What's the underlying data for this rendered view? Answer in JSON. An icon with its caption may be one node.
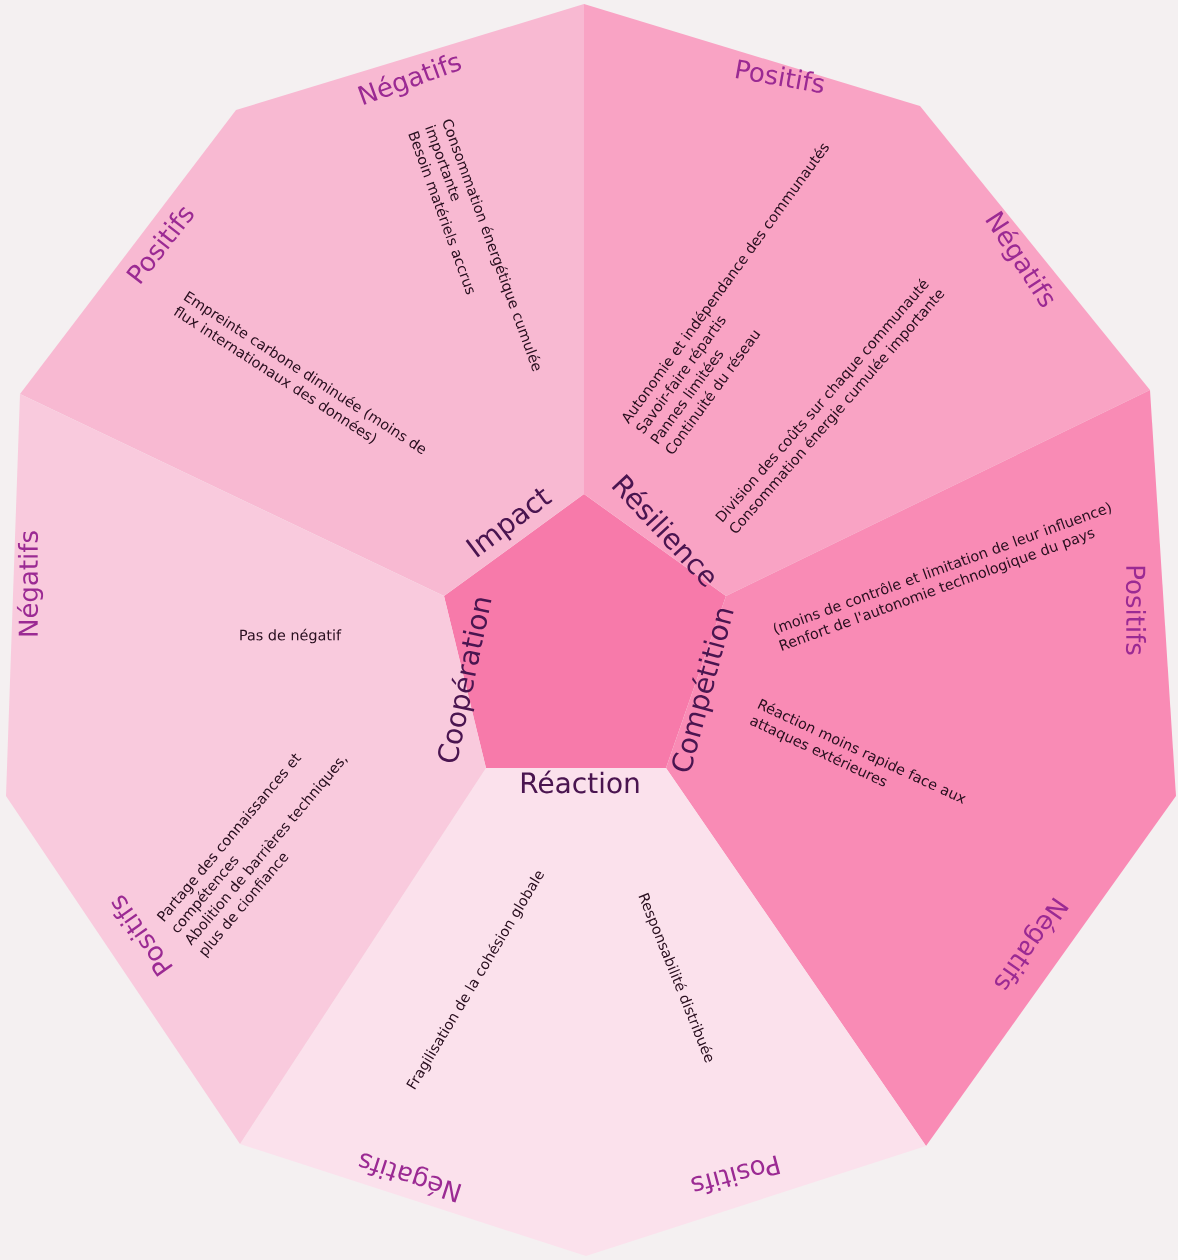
{
  "diagram": {
    "nodes": [
      {
        "text": [
          "Impact",
          "Positifs",
          "Empreinte carbone diminuée (moins de flux internationaux des données)",
          "Négatifs",
          "Consommation énergétique cumulée importante",
          "Besoin matériels accrus"
        ]
      },
      {
        "text": [
          "Résilience",
          "Positifs",
          "Autonomie et indépendance des communautés",
          "Savoir-faire répartis",
          "Pannes limitées",
          "Continuité du réseau",
          "Négatifs",
          "Division des coûts sur chaque communauté",
          "Consommation énergie cumulée importante"
        ]
      },
      {
        "text": [
          "Compétition",
          "Positifs",
          "(moins de contrôle et limitation de leur influence)",
          "Renfort de l'autonomie technologique du pays",
          "Négatifs",
          "Réaction moins rapide face aux attaques extérieures"
        ]
      },
      {
        "text": [
          "Réaction",
          "Positifs",
          "Responsabilité distribuée",
          "Négatifs",
          "Fragilisation de la cohésion globale"
        ]
      },
      {
        "text": [
          "Coopération",
          "Positifs",
          "Partage des connaissances et compétences",
          "Abolition de barrières techniques, plus de cionfiance",
          "Négatifs",
          "Pas de négatif"
        ]
      }
    ]
  }
}
